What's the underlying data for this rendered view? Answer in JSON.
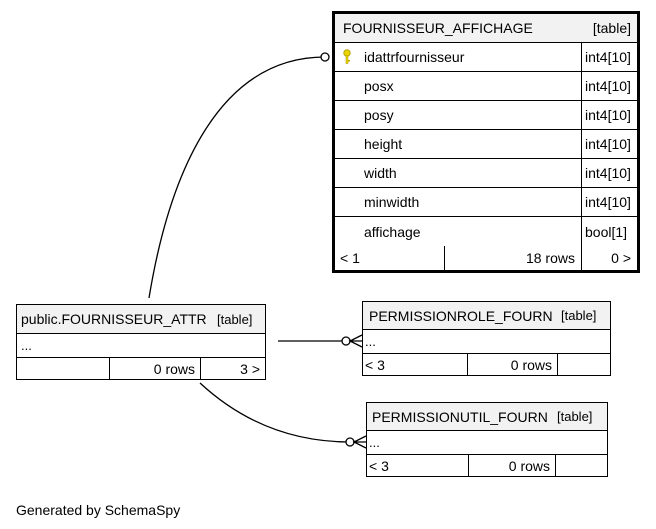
{
  "focus_table": {
    "name": "FOURNISSEUR_AFFICHAGE",
    "kind": "[table]",
    "columns": [
      {
        "name": "idattrfournisseur",
        "type": "int4[10]",
        "key_icon": "key-icon"
      },
      {
        "name": "posx",
        "type": "int4[10]"
      },
      {
        "name": "posy",
        "type": "int4[10]"
      },
      {
        "name": "height",
        "type": "int4[10]"
      },
      {
        "name": "width",
        "type": "int4[10]"
      },
      {
        "name": "minwidth",
        "type": "int4[10]"
      },
      {
        "name": "affichage",
        "type": "bool[1]"
      }
    ],
    "footer": {
      "parents": "< 1",
      "rows": "18 rows",
      "children": "0 >"
    }
  },
  "attr_table": {
    "name": "public.FOURNISSEUR_ATTR",
    "kind": "[table]",
    "ellipsis": "...",
    "footer": {
      "parents": "",
      "rows": "0 rows",
      "children": "3 >"
    }
  },
  "role_table": {
    "name": "PERMISSIONROLE_FOURN",
    "kind": "[table]",
    "ellipsis": "...",
    "footer": {
      "parents": "< 3",
      "rows": "0 rows",
      "children": ""
    }
  },
  "util_table": {
    "name": "PERMISSIONUTIL_FOURN",
    "kind": "[table]",
    "ellipsis": "...",
    "footer": {
      "parents": "< 3",
      "rows": "0 rows",
      "children": ""
    }
  },
  "footer_text": "Generated by SchemaSpy"
}
